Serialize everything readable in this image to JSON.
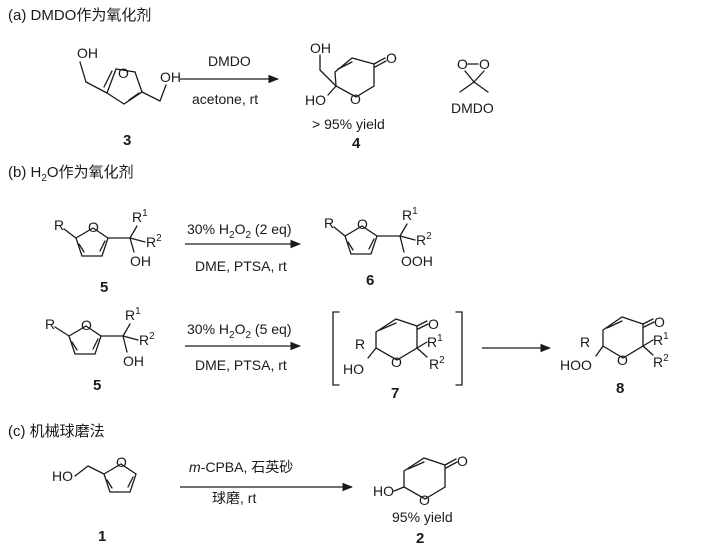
{
  "section_a": {
    "caption": "(a) DMDO作为氧化剂",
    "reagent_top": "DMDO",
    "reagent_bottom": "acetone, rt",
    "start_label": "3",
    "product_label": "4",
    "yield": "> 95% yield",
    "side_reagent_name": "DMDO",
    "atoms": {
      "OH": "OH",
      "O": "O",
      "HO": "HO",
      "O_dimer": "O–O"
    }
  },
  "section_b": {
    "caption_prefix": "(b) H",
    "caption_sub": "2",
    "caption_mid": "O",
    "caption_suffix": "作为氧化剂",
    "row1": {
      "reagent_top_prefix": "30% H",
      "reagent_top_sub1": "2",
      "reagent_top_mid": "O",
      "reagent_top_sub2": "2",
      "reagent_top_suffix": " (2 eq)",
      "reagent_bottom": "DME, PTSA, rt",
      "start_label": "5",
      "product_label": "6"
    },
    "row2": {
      "reagent_top_prefix": "30% H",
      "reagent_top_sub1": "2",
      "reagent_top_mid": "O",
      "reagent_top_sub2": "2",
      "reagent_top_suffix": " (5 eq)",
      "reagent_bottom": "DME, PTSA, rt",
      "start_label": "5",
      "intermediate_label": "7",
      "product_label": "8"
    },
    "atoms": {
      "R": "R",
      "R1": "R",
      "one": "1",
      "two": "2",
      "OH": "OH",
      "OOH": "OOH",
      "HO": "HO",
      "HOO": "HOO",
      "O": "O"
    }
  },
  "section_c": {
    "caption": "(c) 机械球磨法",
    "reagent_top_italic": "m",
    "reagent_top_rest": "-CPBA, 石英砂",
    "reagent_bottom": "球磨, rt",
    "start_label": "1",
    "product_label": "2",
    "yield": "95% yield",
    "atoms": {
      "HO": "HO",
      "O": "O"
    }
  }
}
